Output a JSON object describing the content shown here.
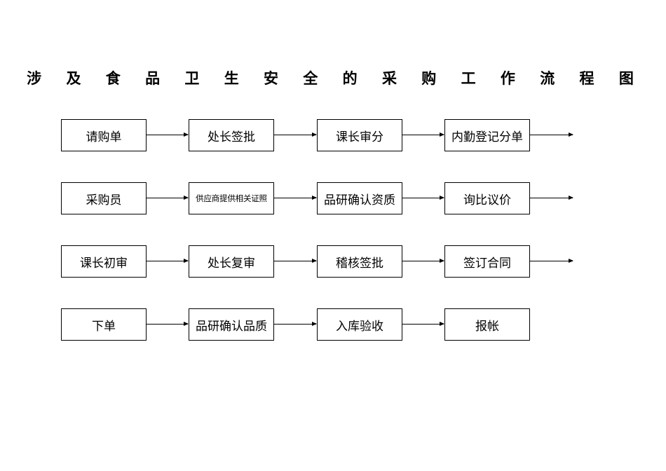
{
  "title": "涉 及 食 品 卫 生 安 全 的 采 购 工 作 流 程 图",
  "rows": [
    {
      "steps": [
        "请购单",
        "处长签批",
        "课长审分",
        "内勤登记分单"
      ],
      "continues": true
    },
    {
      "steps": [
        "采购员",
        "供应商提供相关证照",
        "品研确认资质",
        "询比议价"
      ],
      "continues": true
    },
    {
      "steps": [
        "课长初审",
        "处长复审",
        "稽核签批",
        "签订合同"
      ],
      "continues": true
    },
    {
      "steps": [
        "下单",
        "品研确认品质",
        "入库验收",
        "报帐"
      ],
      "continues": false
    }
  ],
  "colors": {
    "line": "#000000",
    "background": "#ffffff",
    "text": "#000000"
  }
}
